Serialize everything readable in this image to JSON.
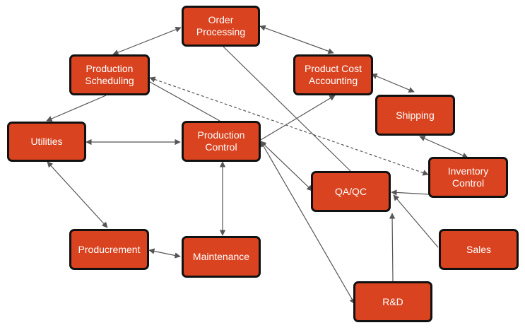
{
  "colors": {
    "node_fill": "#d9431f",
    "node_border": "#111111",
    "node_text": "#ffffff",
    "edge": "#555555"
  },
  "nodes": {
    "order_processing": "Order\nProcessing",
    "production_scheduling": "Production\nScheduling",
    "product_cost_accounting": "Product Cost\nAccounting",
    "shipping": "Shipping",
    "utilities": "Utilities",
    "production_control": "Production\nControl",
    "inventory_control": "Inventory\nControl",
    "qa_qc": "QA/QC",
    "producrement": "Producrement",
    "maintenance": "Maintenance",
    "sales": "Sales",
    "rnd": "R&D"
  },
  "edges": [
    {
      "from": "production_scheduling",
      "to": "order_processing",
      "dir": "both",
      "style": "solid"
    },
    {
      "from": "order_processing",
      "to": "product_cost_accounting",
      "dir": "both",
      "style": "solid"
    },
    {
      "from": "production_scheduling",
      "to": "utilities",
      "dir": "forward",
      "style": "solid"
    },
    {
      "from": "production_control",
      "to": "production_scheduling",
      "dir": "none",
      "style": "solid"
    },
    {
      "from": "production_scheduling",
      "to": "inventory_control",
      "dir": "both",
      "style": "dashed"
    },
    {
      "from": "product_cost_accounting",
      "to": "shipping",
      "dir": "both",
      "style": "solid"
    },
    {
      "from": "shipping",
      "to": "inventory_control",
      "dir": "both",
      "style": "solid"
    },
    {
      "from": "utilities",
      "to": "production_control",
      "dir": "both",
      "style": "solid"
    },
    {
      "from": "production_control",
      "to": "product_cost_accounting",
      "dir": "forward",
      "style": "solid"
    },
    {
      "from": "order_processing",
      "to": "qa_qc",
      "dir": "none",
      "style": "solid"
    },
    {
      "from": "production_control",
      "to": "qa_qc",
      "dir": "both",
      "style": "solid"
    },
    {
      "from": "production_control",
      "to": "rnd",
      "dir": "both",
      "style": "solid"
    },
    {
      "from": "production_control",
      "to": "maintenance",
      "dir": "both",
      "style": "solid"
    },
    {
      "from": "utilities",
      "to": "producrement",
      "dir": "both",
      "style": "solid"
    },
    {
      "from": "producrement",
      "to": "maintenance",
      "dir": "both",
      "style": "solid"
    },
    {
      "from": "inventory_control",
      "to": "qa_qc",
      "dir": "forward",
      "style": "solid"
    },
    {
      "from": "sales",
      "to": "qa_qc",
      "dir": "forward",
      "style": "solid"
    },
    {
      "from": "rnd",
      "to": "qa_qc",
      "dir": "forward",
      "style": "solid"
    }
  ]
}
